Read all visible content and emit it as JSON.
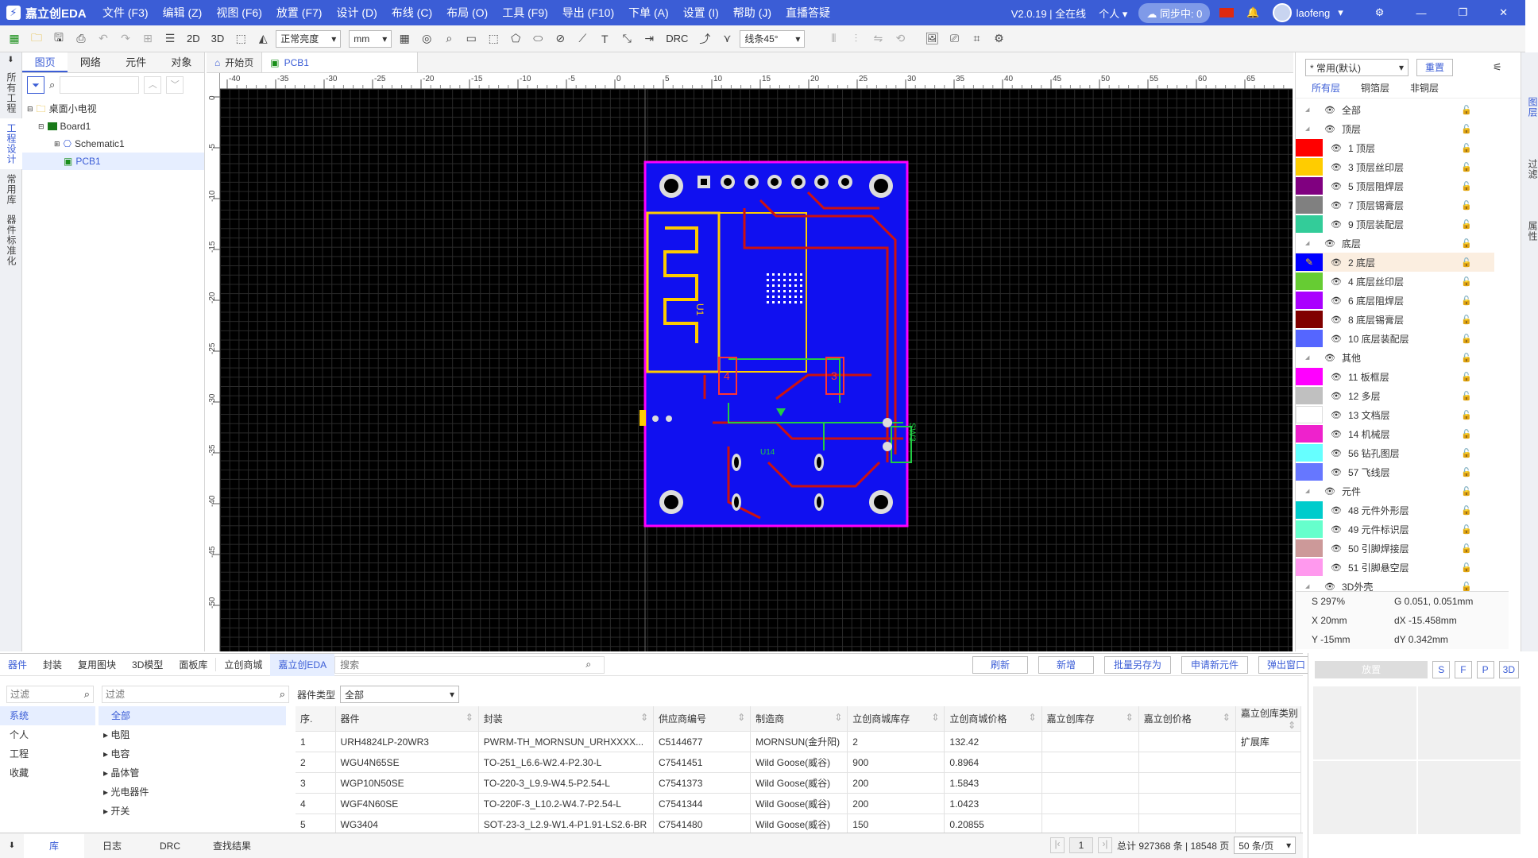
{
  "app": {
    "title": "嘉立创EDA",
    "version": "V2.0.19 | 全在线",
    "mode": "个人",
    "sync": "同步中: 0",
    "user": "laofeng"
  },
  "menu": [
    "文件 (F3)",
    "编辑 (Z)",
    "视图 (F6)",
    "放置 (F7)",
    "设计 (D)",
    "布线 (C)",
    "布局 (O)",
    "工具 (F9)",
    "导出 (F10)",
    "下单 (A)",
    "设置 (I)",
    "帮助 (J)",
    "直播答疑"
  ],
  "toolbar": {
    "view2d": "2D",
    "view3d": "3D",
    "brightness": "正常亮度",
    "unit": "mm",
    "drc": "DRC",
    "route_angle": "线条45°"
  },
  "left_vtabs": [
    "所有工程",
    "工程设计",
    "常用库",
    "器件标准化"
  ],
  "left_tabs": [
    "图页",
    "网络",
    "元件",
    "对象"
  ],
  "tree": [
    {
      "label": "桌面小电视",
      "level": 0
    },
    {
      "label": "Board1",
      "level": 1
    },
    {
      "label": "Schematic1",
      "level": 2
    },
    {
      "label": "PCB1",
      "level": 2
    }
  ],
  "doc_tabs": [
    "开始页",
    "PCB1"
  ],
  "ruler_top": [
    "-40",
    "-35",
    "-30",
    "-25",
    "-20",
    "-15",
    "-10",
    "-5",
    "0",
    "5",
    "10",
    "15",
    "20",
    "25",
    "30",
    "35",
    "40",
    "45",
    "50",
    "55",
    "60",
    "65"
  ],
  "ruler_left": [
    "0",
    "-5",
    "-10",
    "-15",
    "-20",
    "-25",
    "-30",
    "-35",
    "-40",
    "-45",
    "-50"
  ],
  "pcb": {
    "u1": "U1",
    "c4": "4",
    "c3": "3",
    "sw": "SW3",
    "u14": "U14"
  },
  "layer_panel": {
    "preset": "* 常用(默认)",
    "reset": "重置",
    "tabs": [
      "所有层",
      "铜箔层",
      "非铜层"
    ],
    "layers": [
      {
        "name": "全部",
        "color": "",
        "group": true
      },
      {
        "name": "顶层",
        "color": "",
        "group": true
      },
      {
        "name": "1 顶层",
        "color": "#ff0000"
      },
      {
        "name": "3 顶层丝印层",
        "color": "#ffcc00"
      },
      {
        "name": "5 顶层阻焊层",
        "color": "#800080"
      },
      {
        "name": "7 顶层锡膏层",
        "color": "#808080"
      },
      {
        "name": "9 顶层装配层",
        "color": "#33cc99"
      },
      {
        "name": "底层",
        "color": "",
        "group": true
      },
      {
        "name": "2 底层",
        "color": "#0000ff",
        "active": true
      },
      {
        "name": "4 底层丝印层",
        "color": "#66cc33"
      },
      {
        "name": "6 底层阻焊层",
        "color": "#aa00ff"
      },
      {
        "name": "8 底层锡膏层",
        "color": "#800000"
      },
      {
        "name": "10 底层装配层",
        "color": "#5566ff"
      },
      {
        "name": "其他",
        "color": "",
        "group": true
      },
      {
        "name": "11 板框层",
        "color": "#ff00ff"
      },
      {
        "name": "12 多层",
        "color": "#c0c0c0"
      },
      {
        "name": "13 文档层",
        "color": "#ffffff"
      },
      {
        "name": "14 机械层",
        "color": "#ee22cc"
      },
      {
        "name": "56 钻孔图层",
        "color": "#66ffff"
      },
      {
        "name": "57 飞线层",
        "color": "#6677ff"
      },
      {
        "name": "元件",
        "color": "",
        "group": true
      },
      {
        "name": "48 元件外形层",
        "color": "#00cccc"
      },
      {
        "name": "49 元件标识层",
        "color": "#66ffcc"
      },
      {
        "name": "50 引脚焊接层",
        "color": "#cc9999"
      },
      {
        "name": "51 引脚悬空层",
        "color": "#ff99ee"
      },
      {
        "name": "3D外壳",
        "color": "",
        "group": true
      }
    ]
  },
  "coords": {
    "s": "S  297%",
    "g": "G  0.051, 0.051mm",
    "x": "X  20mm",
    "dx": "dX  -15.458mm",
    "y": "Y  -15mm",
    "dy": "dY  0.342mm"
  },
  "right_vtabs": [
    "图层",
    "过滤",
    "属性"
  ],
  "bottom": {
    "tabs": [
      "器件",
      "封装",
      "复用图块",
      "3D模型",
      "面板库",
      "立创商城",
      "嘉立创EDA"
    ],
    "search_placeholder": "搜索",
    "buttons": [
      "刷新",
      "新增",
      "批量另存为",
      "申请新元件",
      "弹出窗口"
    ],
    "filter_placeholder": "过滤",
    "source_list": [
      "系统",
      "个人",
      "工程",
      "收藏"
    ],
    "categories": [
      "全部",
      "电阻",
      "电容",
      "晶体管",
      "光电器件",
      "开关"
    ],
    "type_label": "器件类型",
    "type_value": "全部",
    "columns": [
      "序.",
      "器件",
      "封装",
      "供应商编号",
      "制造商",
      "立创商城库存",
      "立创商城价格",
      "嘉立创库存",
      "嘉立创价格",
      "嘉立创库类别"
    ],
    "rows": [
      [
        "1",
        "URH4824LP-20WR3",
        "PWRM-TH_MORNSUN_URHXXXX...",
        "C5144677",
        "MORNSUN(金升阳)",
        "2",
        "132.42",
        "",
        "",
        "扩展库"
      ],
      [
        "2",
        "WGU4N65SE",
        "TO-251_L6.6-W2.4-P2.30-L",
        "C7541451",
        "Wild Goose(威谷)",
        "900",
        "0.8964",
        "",
        "",
        ""
      ],
      [
        "3",
        "WGP10N50SE",
        "TO-220-3_L9.9-W4.5-P2.54-L",
        "C7541373",
        "Wild Goose(威谷)",
        "200",
        "1.5843",
        "",
        "",
        ""
      ],
      [
        "4",
        "WGF4N60SE",
        "TO-220F-3_L10.2-W4.7-P2.54-L",
        "C7541344",
        "Wild Goose(威谷)",
        "200",
        "1.0423",
        "",
        "",
        ""
      ],
      [
        "5",
        "WG3404",
        "SOT-23-3_L2.9-W1.4-P1.91-LS2.6-BR",
        "C7541480",
        "Wild Goose(威谷)",
        "150",
        "0.20855",
        "",
        "",
        ""
      ]
    ],
    "pagination": {
      "page": "1",
      "total": "总计 927368 条 | 18548 页",
      "per_page": "50 条/页"
    },
    "place_btn": "放置",
    "view_btns": [
      "S",
      "F",
      "P",
      "3D"
    ]
  },
  "status_tabs": [
    "库",
    "日志",
    "DRC",
    "查找结果"
  ]
}
